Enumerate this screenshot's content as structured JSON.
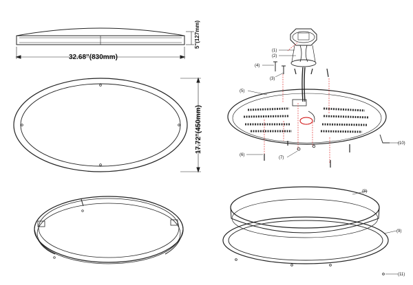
{
  "dimensions": {
    "height_label": "5\"(127mm)",
    "width_label": "32.68\"(830mm)",
    "depth_label": "17.72\"(450mm)"
  },
  "callouts": [
    "(1)",
    "(2)",
    "(3)",
    "(4)",
    "(5)",
    "(6)",
    "(7)",
    "(8)",
    "(9)",
    "(10)",
    "(11)"
  ],
  "colors": {
    "line": "#222222",
    "background": "#ffffff"
  }
}
